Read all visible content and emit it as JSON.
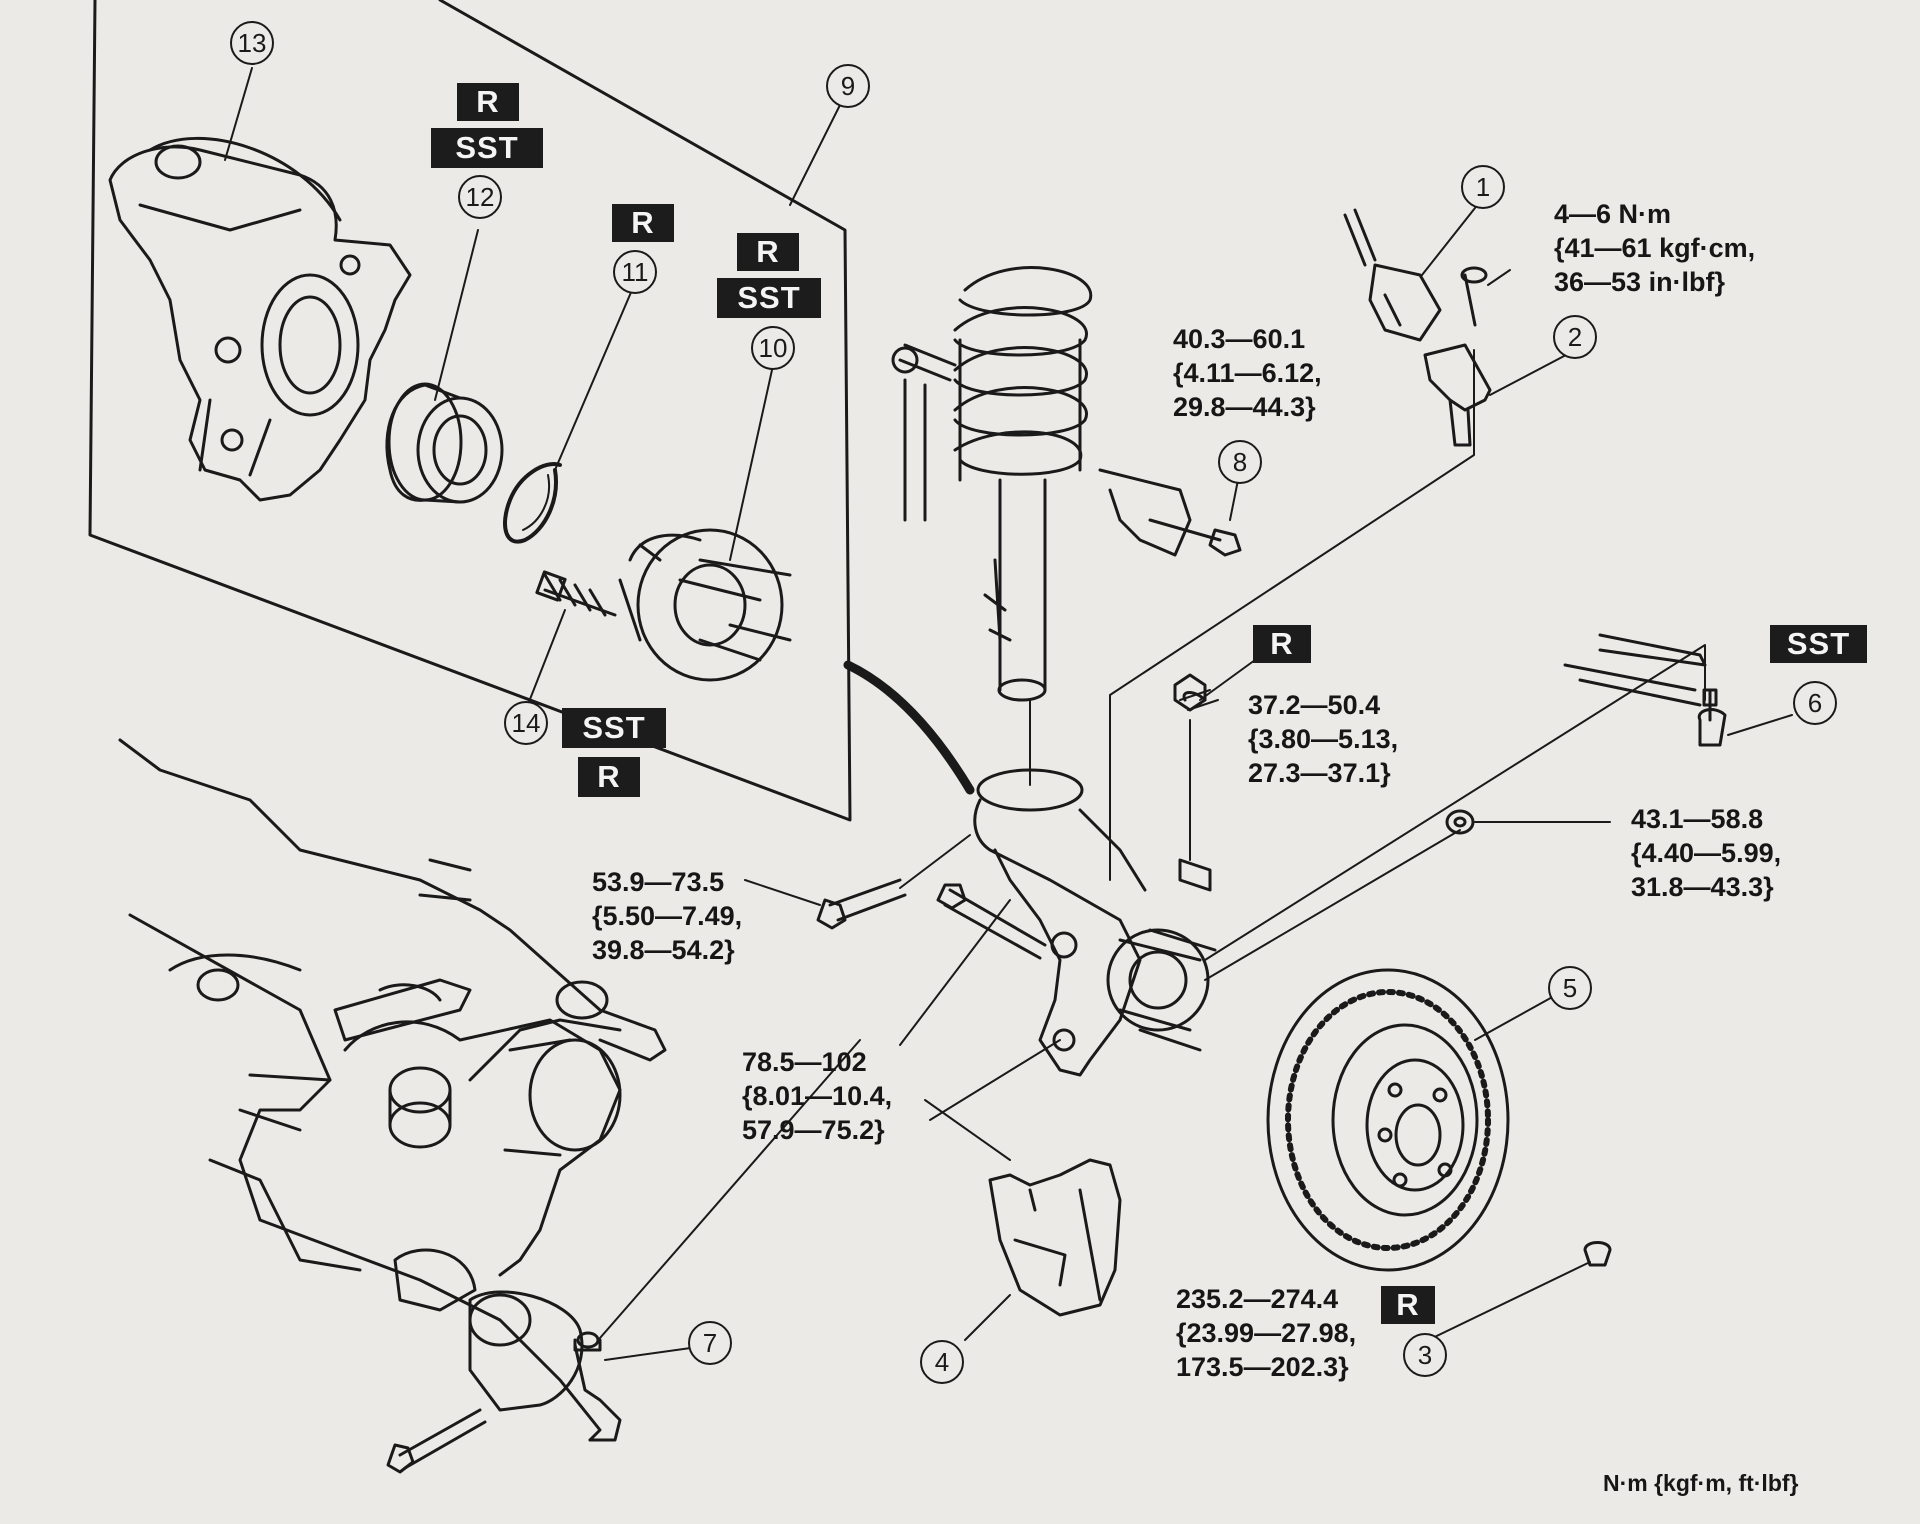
{
  "callouts": {
    "c1": "1",
    "c2": "2",
    "c3": "3",
    "c4": "4",
    "c5": "5",
    "c6": "6",
    "c7": "7",
    "c8": "8",
    "c9": "9",
    "c10": "10",
    "c11": "11",
    "c12": "12",
    "c13": "13",
    "c14": "14"
  },
  "tags": {
    "r": "R",
    "sst": "SST"
  },
  "torque": {
    "t1": "4—6 N·m\n{41—61 kgf·cm,\n36—53 in·lbf}",
    "t8": "40.3—60.1\n{4.11—6.12,\n29.8—44.3}",
    "t_knuckle_nut": "37.2—50.4\n{3.80—5.13,\n27.3—37.1}",
    "t_upper_bolt": "53.9—73.5\n{5.50—7.49,\n39.8—54.2}",
    "t_caliper_bolt": "78.5—102\n{8.01—10.4,\n57.9—75.2}",
    "t_tie_rod_nut": "43.1—58.8\n{4.40—5.99,\n31.8—43.3}",
    "t3": "235.2—274.4\n{23.99—27.98,\n173.5—202.3}"
  },
  "units": "N·m {kgf·m, ft·lbf}"
}
